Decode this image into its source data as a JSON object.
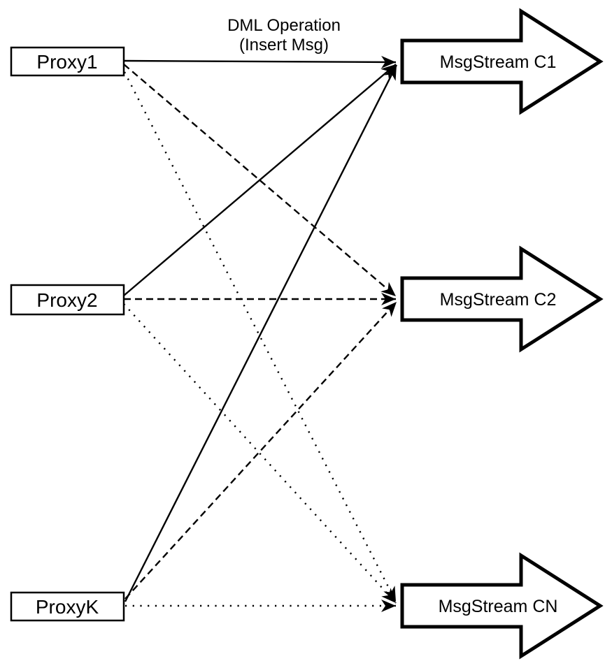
{
  "diagram": {
    "title_line1": "DML Operation",
    "title_line2": "(Insert Msg)",
    "proxies": [
      {
        "label": "Proxy1"
      },
      {
        "label": "Proxy2"
      },
      {
        "label": "ProxyK"
      }
    ],
    "streams": [
      {
        "label": "MsgStream C1"
      },
      {
        "label": "MsgStream C2"
      },
      {
        "label": "MsgStream CN"
      }
    ],
    "edges": [
      {
        "from": "Proxy1",
        "to": "MsgStream C1",
        "style": "solid"
      },
      {
        "from": "Proxy2",
        "to": "MsgStream C1",
        "style": "solid"
      },
      {
        "from": "ProxyK",
        "to": "MsgStream C1",
        "style": "solid"
      },
      {
        "from": "Proxy1",
        "to": "MsgStream C2",
        "style": "dashed"
      },
      {
        "from": "Proxy2",
        "to": "MsgStream C2",
        "style": "dashed"
      },
      {
        "from": "ProxyK",
        "to": "MsgStream C2",
        "style": "dashed"
      },
      {
        "from": "Proxy1",
        "to": "MsgStream CN",
        "style": "dotted"
      },
      {
        "from": "Proxy2",
        "to": "MsgStream CN",
        "style": "dotted"
      },
      {
        "from": "ProxyK",
        "to": "MsgStream CN",
        "style": "dotted"
      }
    ],
    "colors": {
      "stroke": "#000000",
      "fill": "#ffffff"
    }
  }
}
